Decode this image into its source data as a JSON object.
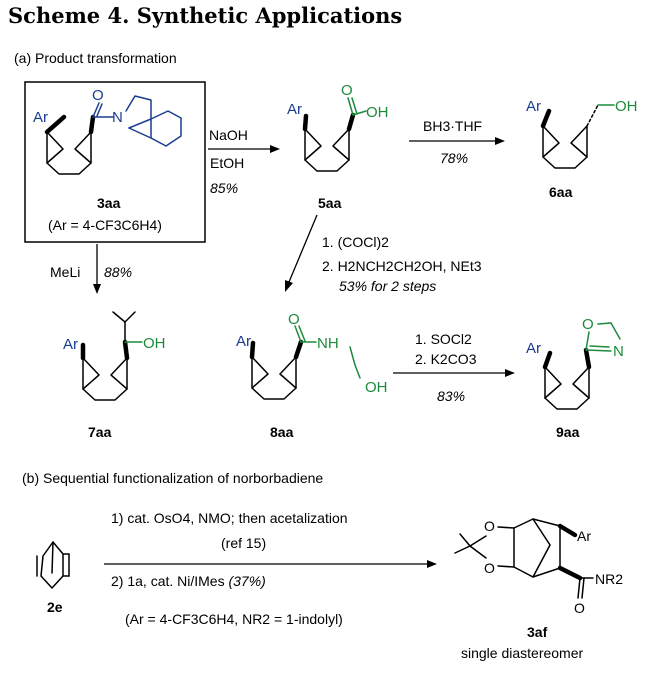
{
  "title": "Scheme 4. Synthetic Applications",
  "section_a": "(a) Product transformation",
  "section_b": "(b) Sequential functionalization of norborbadiene",
  "compounds": {
    "c3aa": {
      "label": "3aa",
      "note": "(Ar = 4-CF3C6H4)",
      "ar": "Ar",
      "o": "O",
      "n": "N"
    },
    "c5aa": {
      "label": "5aa",
      "ar": "Ar",
      "o": "O",
      "oh": "OH"
    },
    "c6aa": {
      "label": "6aa",
      "ar": "Ar",
      "oh": "OH"
    },
    "c7aa": {
      "label": "7aa",
      "ar": "Ar",
      "oh": "OH"
    },
    "c8aa": {
      "label": "8aa",
      "ar": "Ar",
      "o": "O",
      "nh": "NH",
      "oh": "OH"
    },
    "c9aa": {
      "label": "9aa",
      "ar": "Ar",
      "o": "O",
      "n": "N"
    },
    "c2e": {
      "label": "2e"
    },
    "c3af": {
      "label": "3af",
      "sub": "single diastereomer",
      "ar": "Ar",
      "nr2": "NR2",
      "o": "O",
      "o1": "O",
      "o2": "O"
    }
  },
  "reactions": {
    "r1": {
      "reagent1": "NaOH",
      "reagent2": "EtOH",
      "yield": "85%"
    },
    "r2": {
      "reagent": "BH3·THF",
      "yield": "78%"
    },
    "r3": {
      "reagent": "MeLi",
      "yield": "88%"
    },
    "r4": {
      "step1": "1. (COCl)2",
      "step2": "2. H2NCH2CH2OH, NEt3",
      "yield": "53% for 2 steps"
    },
    "r5": {
      "step1": "1. SOCl2",
      "step2": "2. K2CO3",
      "yield": "83%"
    },
    "r6": {
      "step1a": "1) cat. OsO4, NMO; then acetalization",
      "step1b": "(ref 15)",
      "step2_prefix": "2)  1a, cat. Ni/IMes ",
      "step2_yield": "(37%)",
      "note": "(Ar = 4-CF3C6H4, NR2 = 1-indolyl)"
    }
  },
  "colors": {
    "ring_blue": "#1a3d8f",
    "green": "#1d8a3c",
    "black": "#000000"
  }
}
